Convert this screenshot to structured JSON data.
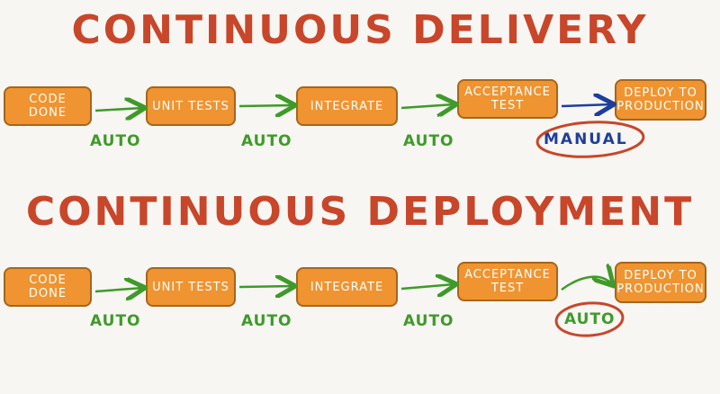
{
  "delivery": {
    "title": "CONTINUOUS DELIVERY",
    "stages": [
      "CODE DONE",
      "UNIT TESTS",
      "INTEGRATE",
      "ACCEPTANCE TEST",
      "DEPLOY TO PRODUCTION"
    ],
    "transitions": [
      "AUTO",
      "AUTO",
      "AUTO",
      "MANUAL"
    ]
  },
  "deployment": {
    "title": "CONTINUOUS DEPLOYMENT",
    "stages": [
      "CODE DONE",
      "UNIT TESTS",
      "INTEGRATE",
      "ACCEPTANCE TEST",
      "DEPLOY TO PRODUCTION"
    ],
    "transitions": [
      "AUTO",
      "AUTO",
      "AUTO",
      "AUTO"
    ]
  },
  "colors": {
    "title": "#c8462a",
    "box_fill": "#ef9430",
    "auto": "#3f9a2a",
    "manual": "#1e3e9b",
    "highlight_circle": "#c8462a"
  }
}
